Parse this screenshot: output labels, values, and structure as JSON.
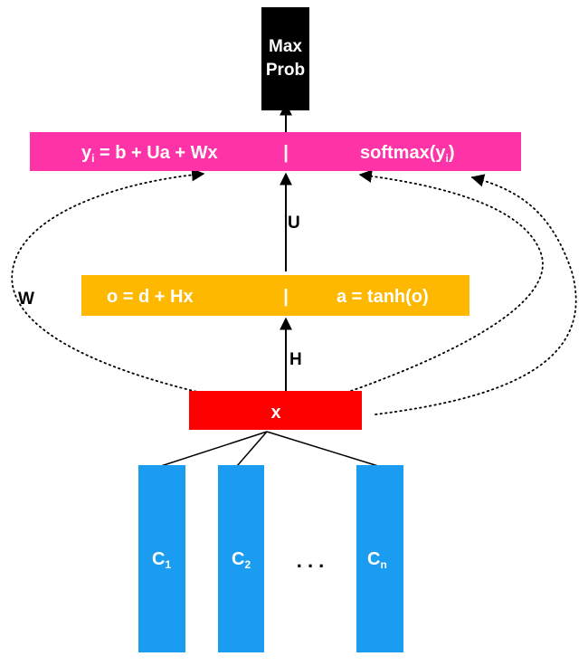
{
  "output_box": {
    "line1": "Max",
    "line2": "Prob"
  },
  "output_layer": {
    "left": {
      "base": "y",
      "sub": "i",
      "rest": " = b + Ua + Wx"
    },
    "separator": "|",
    "right": {
      "base": "softmax(y",
      "sub": "i",
      "rest": ")"
    }
  },
  "hidden_layer": {
    "left": "o = d + Hx",
    "separator": "|",
    "right": "a = tanh(o)"
  },
  "input_layer": {
    "label": "x"
  },
  "context_words": [
    {
      "base": "C",
      "sub": "1"
    },
    {
      "base": "C",
      "sub": "2"
    },
    {
      "base": "C",
      "sub": "n"
    }
  ],
  "ellipsis": ". . .",
  "edge_labels": {
    "u": "U",
    "h": "H",
    "w": "W"
  },
  "colors": {
    "output_box": "#000000",
    "output_layer": "#ff33a8",
    "hidden_layer": "#ffb800",
    "input_layer": "#ff0000",
    "context_words": "#1a9cf0"
  }
}
